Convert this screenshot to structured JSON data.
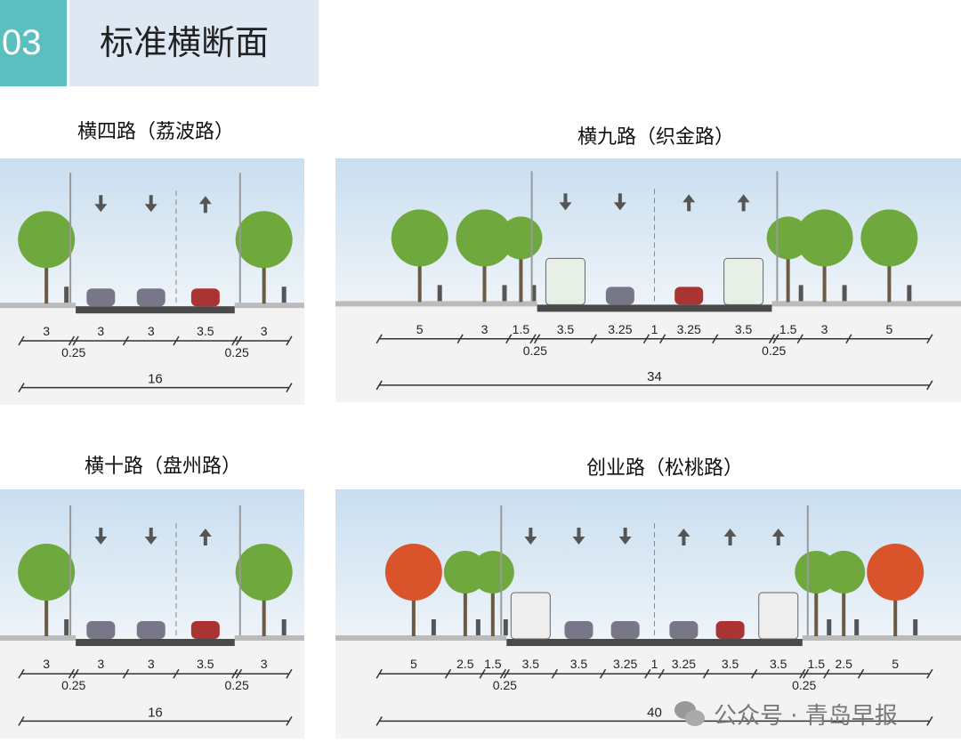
{
  "header": {
    "number": "03",
    "title": "标准横断面"
  },
  "panels": [
    {
      "title": "横四路（荔波路）",
      "segments": [
        3,
        0.25,
        3,
        3,
        3.5,
        0.25,
        3
      ],
      "total": "16",
      "arrows": [
        "down",
        "down",
        "up"
      ]
    },
    {
      "title": "横九路（织金路）",
      "segments": [
        5,
        3,
        1.5,
        0.25,
        3.5,
        3.25,
        1,
        3.25,
        3.5,
        0.25,
        1.5,
        3,
        5
      ],
      "total": "34",
      "arrows": [
        "down",
        "down",
        "up",
        "up"
      ]
    },
    {
      "title": "横十路（盘州路）",
      "segments": [
        3,
        0.25,
        3,
        3,
        3.5,
        0.25,
        3
      ],
      "total": "16",
      "arrows": [
        "down",
        "down",
        "up"
      ]
    },
    {
      "title": "创业路（松桃路）",
      "segments": [
        5,
        2.5,
        1.5,
        0.25,
        3.5,
        3.5,
        3.25,
        1,
        3.25,
        3.5,
        3.5,
        0.25,
        1.5,
        2.5,
        5
      ],
      "total": "40",
      "arrows": [
        "down",
        "down",
        "down",
        "up",
        "up",
        "up"
      ]
    }
  ],
  "watermark": "公众号 · 青岛早报",
  "colors": {
    "teal": "#5bbfc0",
    "header_bg": "#dde8f3",
    "tree": "#6fa83c",
    "autumn_tree": "#d9542a",
    "road": "#4a4a4a"
  }
}
